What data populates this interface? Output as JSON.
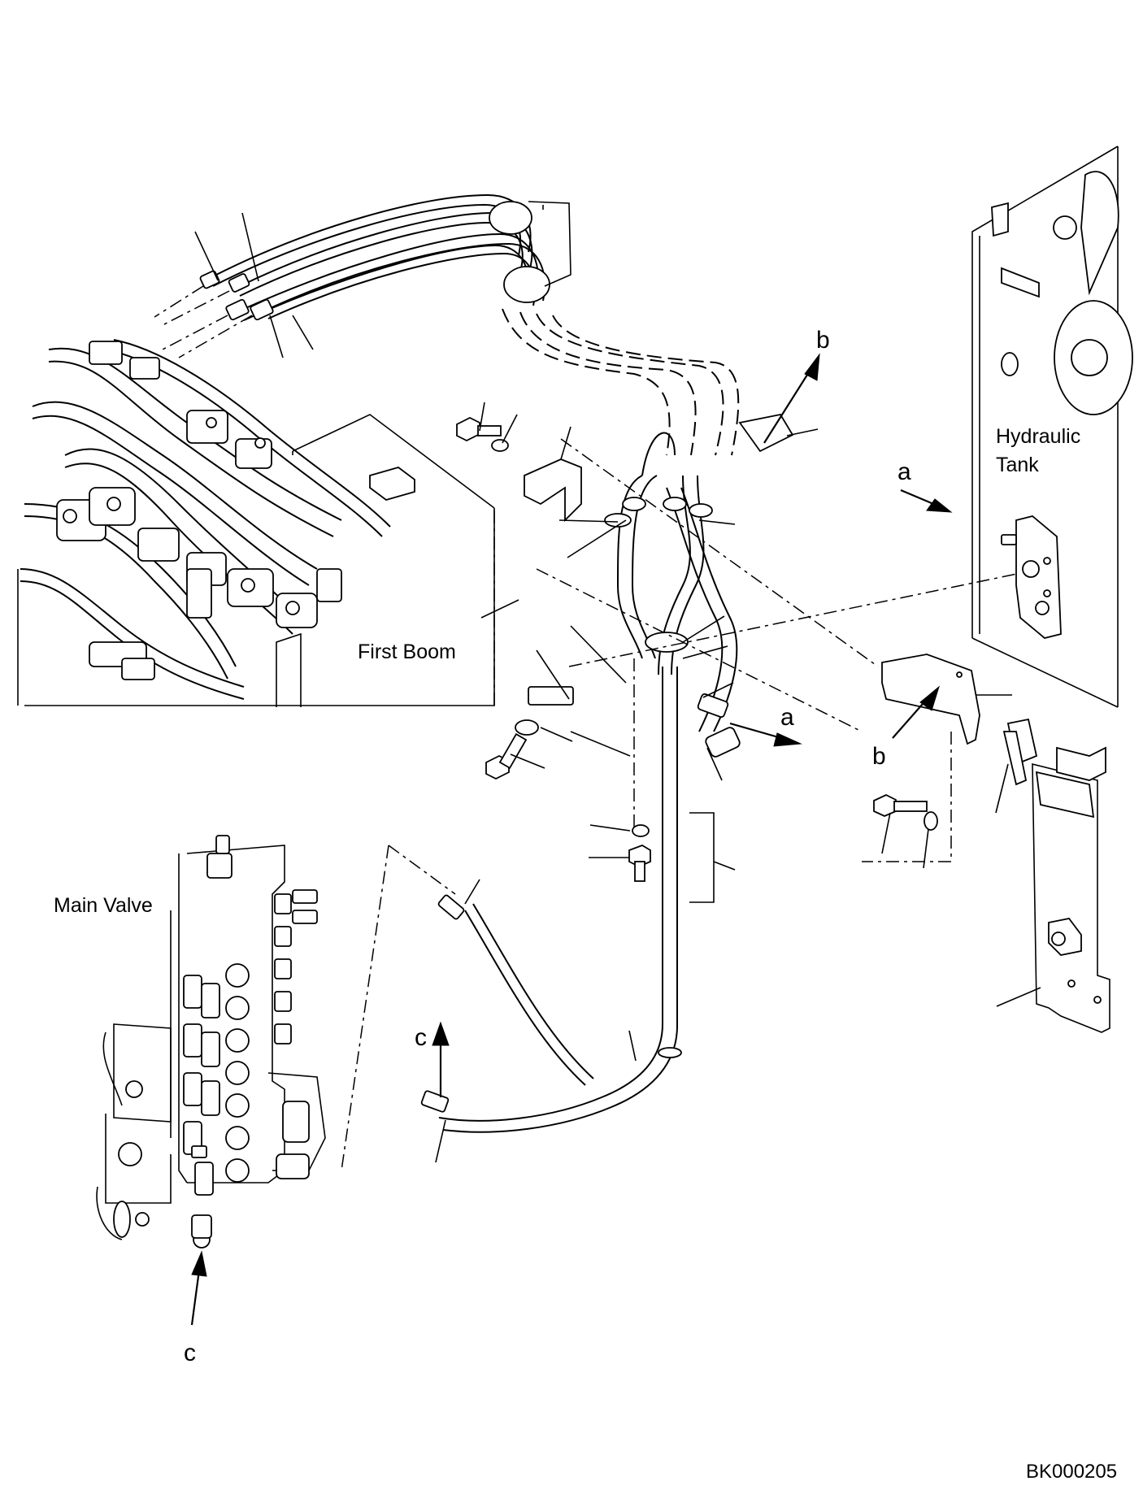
{
  "labels": {
    "hydraulic_tank": [
      "Hydraulic",
      "Tank"
    ],
    "first_boom": "First Boom",
    "main_valve": "Main Valve",
    "drawing_code": "BK000205"
  },
  "callouts": {
    "a_tank": "a",
    "a_hose": "a",
    "b_top": "b",
    "b_bracket": "b",
    "c_hose": "c",
    "c_valve": "c"
  }
}
